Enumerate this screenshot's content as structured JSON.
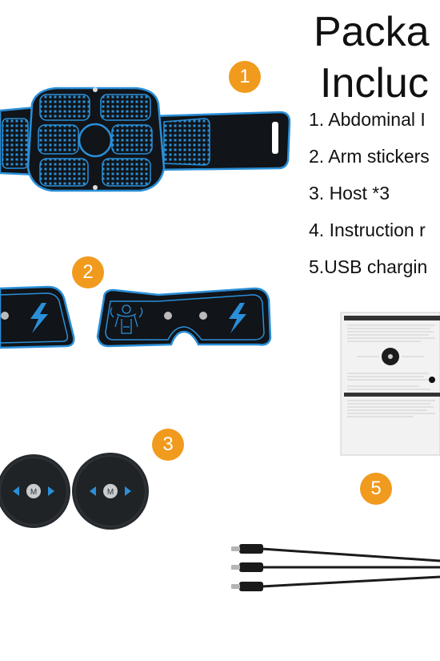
{
  "header": {
    "title_line1": "Packa",
    "title_line2": "Incluc"
  },
  "package_list": [
    "1. Abdominal I",
    "2. Arm stickers",
    "3. Host *3",
    "4. Instruction r",
    "5.USB chargin"
  ],
  "badges": [
    "1",
    "2",
    "3",
    "5"
  ],
  "colors": {
    "badge": "#f09a1e",
    "pad_blue": "#2a8fd8",
    "pad_dark": "#111418",
    "host_dark": "#222"
  },
  "icons": {
    "arm_pad": "lightning-bolt-icon",
    "host": "m-button-icon"
  }
}
